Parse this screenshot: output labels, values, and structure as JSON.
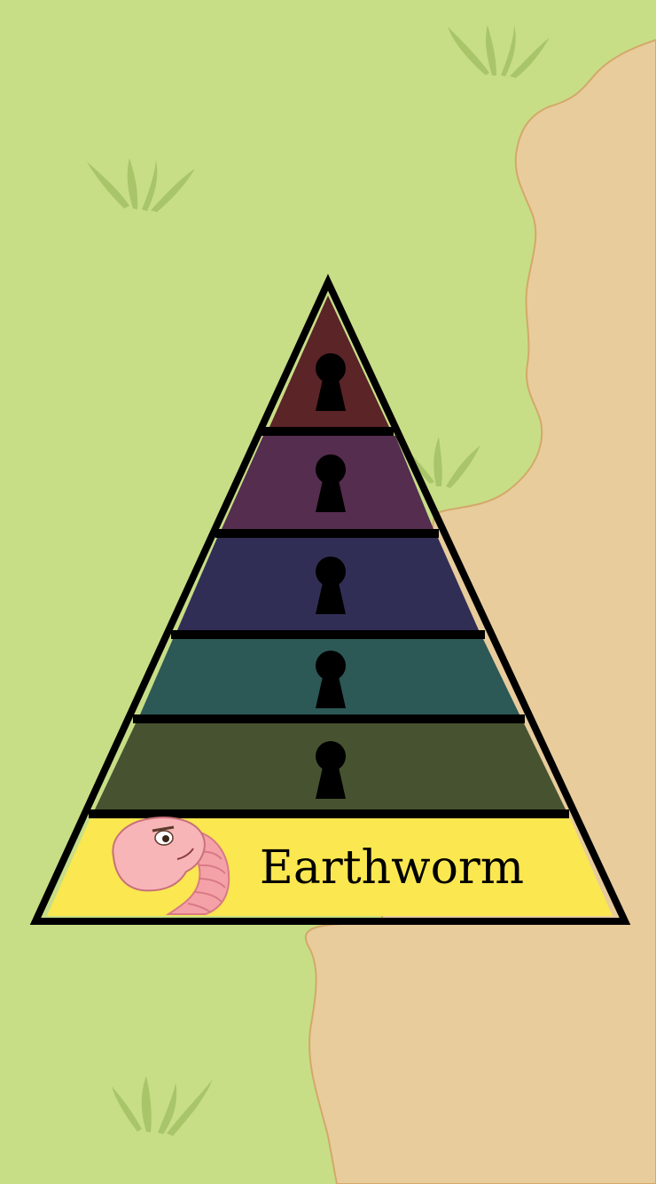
{
  "colors": {
    "grass": "#c7de86",
    "dirt": "#e8cc9c",
    "dirt_edge": "#d4a86a",
    "grass_tuft": "#a9c56a",
    "outline": "#000000",
    "keyhole": "#000000"
  },
  "pyramid": {
    "tiers": [
      {
        "id": "tier-1",
        "locked": true,
        "label": "",
        "color": "#5b2427",
        "icon": "keyhole-icon"
      },
      {
        "id": "tier-2",
        "locked": true,
        "label": "",
        "color": "#552d4e",
        "icon": "keyhole-icon"
      },
      {
        "id": "tier-3",
        "locked": true,
        "label": "",
        "color": "#312e56",
        "icon": "keyhole-icon"
      },
      {
        "id": "tier-4",
        "locked": true,
        "label": "",
        "color": "#2c5856",
        "icon": "keyhole-icon"
      },
      {
        "id": "tier-5",
        "locked": true,
        "label": "",
        "color": "#475330",
        "icon": "keyhole-icon"
      },
      {
        "id": "tier-6",
        "locked": false,
        "label": "Earthworm",
        "color": "#fbe74f",
        "icon": "earthworm-icon"
      }
    ]
  }
}
